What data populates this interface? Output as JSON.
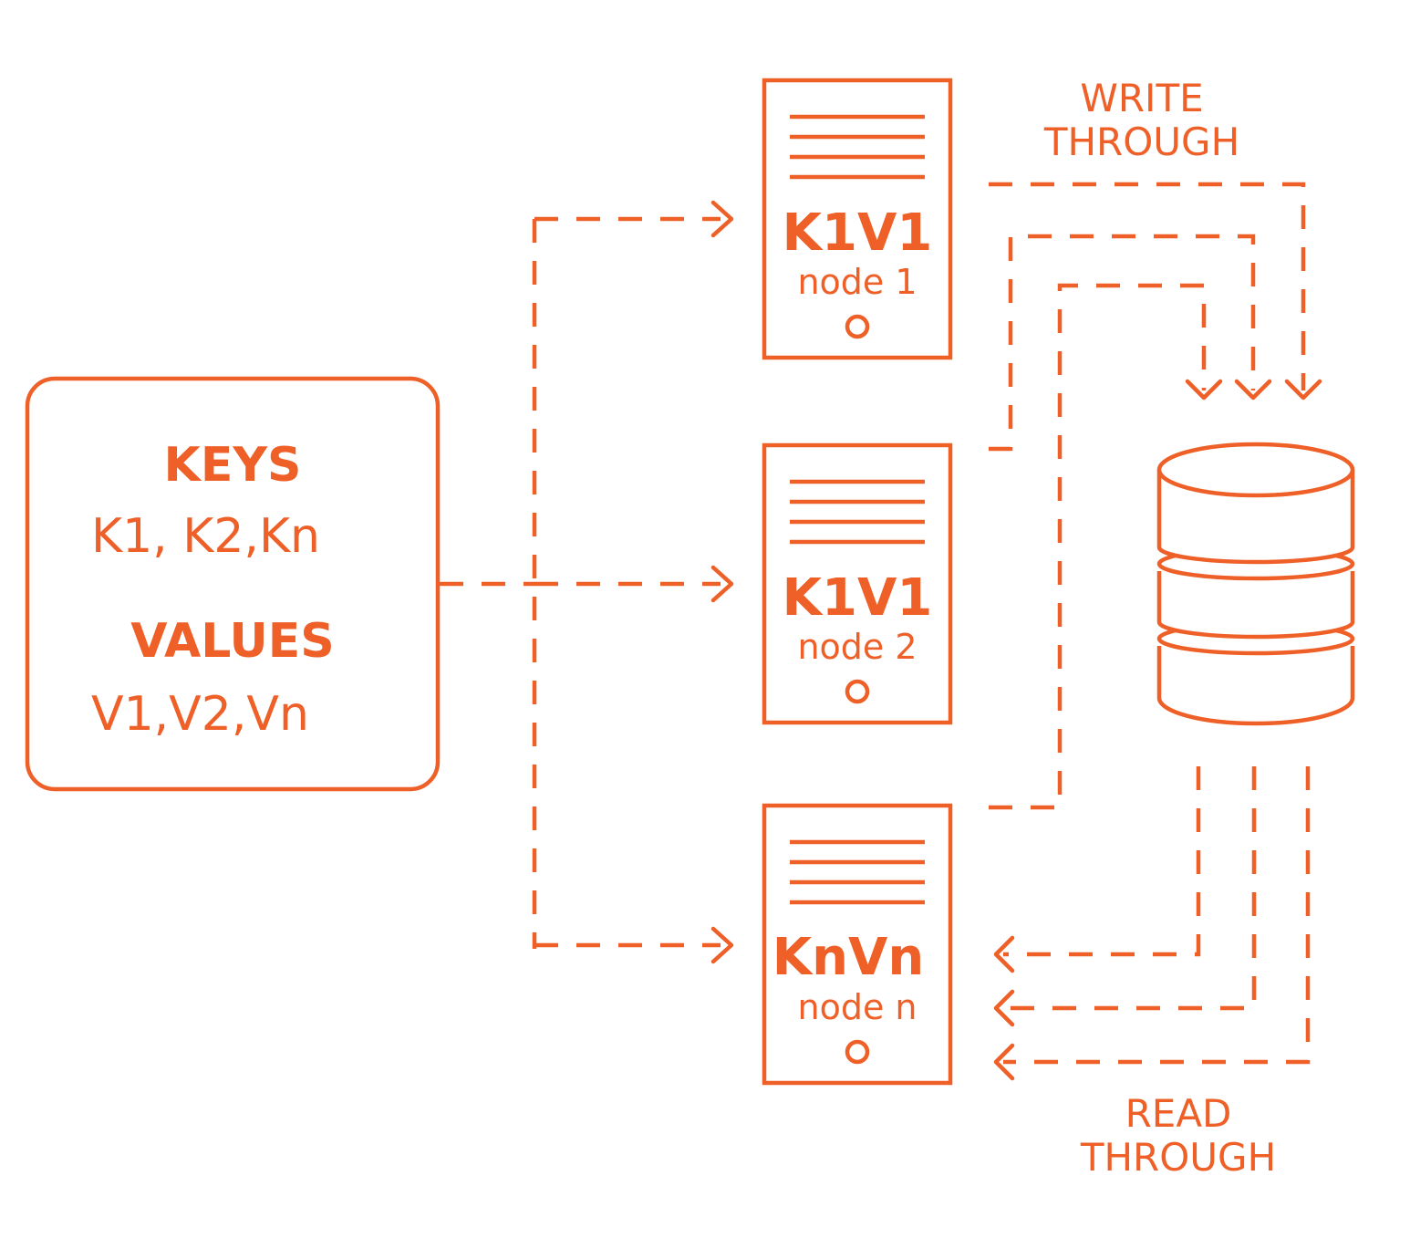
{
  "colors": {
    "accent": "#EE6028",
    "background": "#FFFFFF"
  },
  "data_box": {
    "keys_title": "KEYS",
    "keys_list": "K1, K2,Kn",
    "values_title": "VALUES",
    "values_list": "V1,V2,Vn"
  },
  "nodes": [
    {
      "kv": "K1V1",
      "label": "node 1"
    },
    {
      "kv": "K1V1",
      "label": "node 2"
    },
    {
      "kv": "KnVn",
      "label": "node n"
    }
  ],
  "labels": {
    "write_line1": "WRITE",
    "write_line2": "THROUGH",
    "read_line1": "READ",
    "read_line2": "THROUGH"
  },
  "icons": {
    "server": "server-icon",
    "database": "database-icon",
    "status": "status-dot-icon"
  }
}
